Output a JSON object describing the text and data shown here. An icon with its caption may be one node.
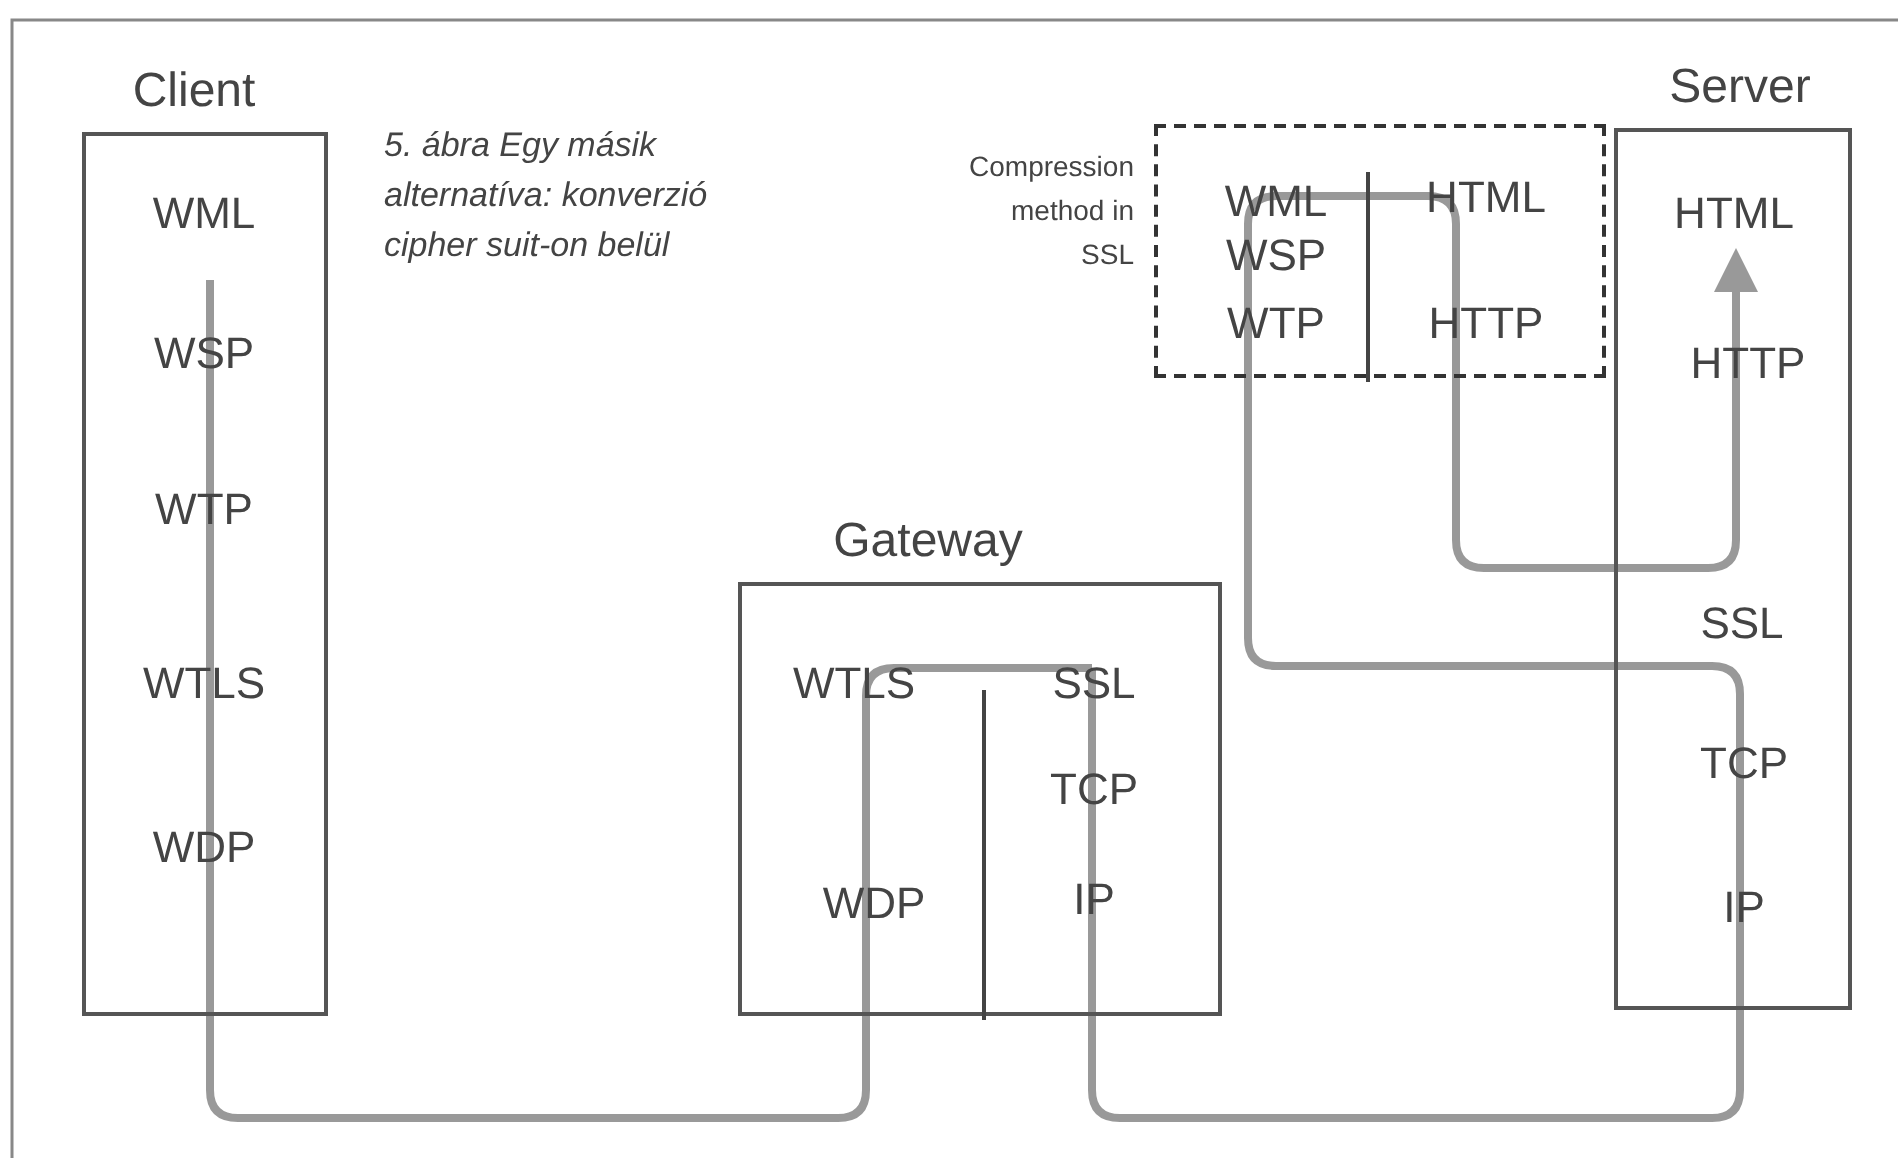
{
  "diagram": {
    "caption": "5. ábra Egy másik alternatíva: konverzió cipher suit-on belül",
    "nodes": [
      {
        "text": [
          "Client",
          "WML",
          "WSP",
          "WTP",
          "WTLS",
          "WDP"
        ]
      },
      {
        "text": [
          "Gateway",
          "WTLS",
          "WDP",
          "SSL",
          "TCP",
          "IP"
        ]
      },
      {
        "text": [
          "WML",
          "WSP",
          "WTP",
          "HTML",
          "HTTP"
        ],
        "beside": [
          "Compression method in SSL"
        ]
      },
      {
        "text": [
          "Server",
          "HTML",
          "HTTP",
          "SSL",
          "TCP",
          "IP"
        ]
      }
    ],
    "edges": [
      {
        "from": 0,
        "to": 1,
        "arrow": "none"
      },
      {
        "from": 1,
        "to": 3,
        "arrow": "none"
      },
      {
        "from": 3,
        "to": 2,
        "arrow": "none"
      },
      {
        "from": 2,
        "to": 3,
        "arrow": "to"
      }
    ]
  }
}
